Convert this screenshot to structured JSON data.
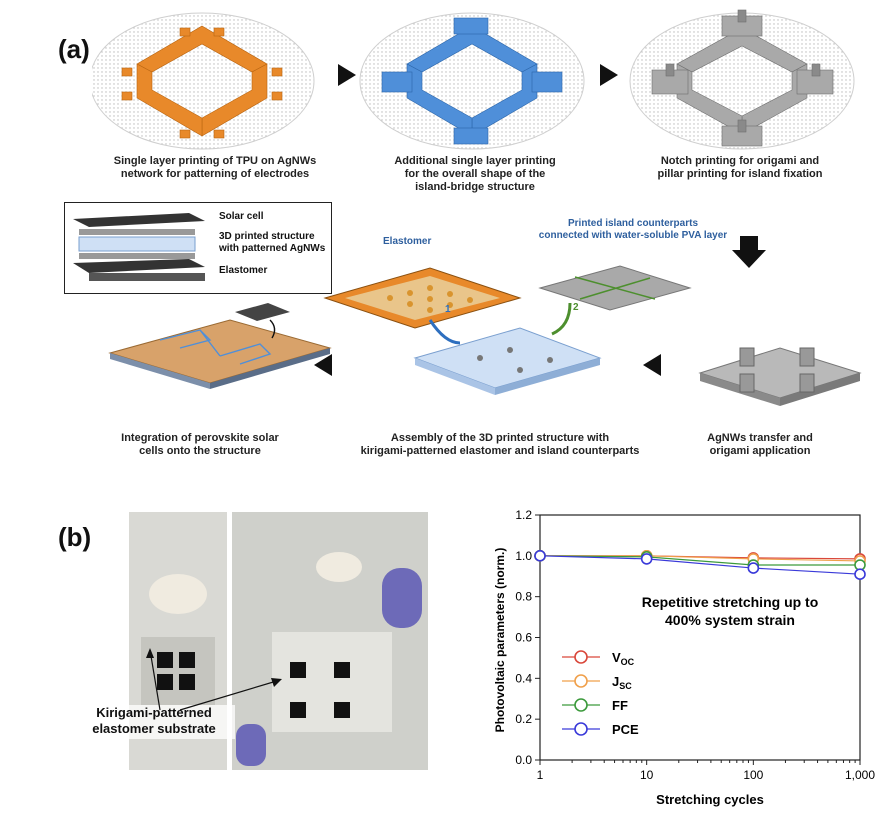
{
  "panel_a": {
    "label": "(a)",
    "step1": "Single layer printing of TPU on AgNWs\nnetwork for patterning of electrodes",
    "step2": "Additional single layer printing\nfor the overall shape of the\nisland-bridge structure",
    "step3": "Notch printing for origami and\npillar printing for island fixation",
    "step4": "AgNWs transfer and\norigami application",
    "step5": "Assembly of the 3D printed structure with\nkirigami-patterned elastomer and island counterparts",
    "step6": "Integration of perovskite solar\ncells onto the structure",
    "inset": {
      "solar": "Solar cell",
      "structure": "3D printed structure\nwith patterned AgNWs",
      "elastomer": "Elastomer"
    },
    "elastomer_label": "Elastomer",
    "island_label": "Printed island counterparts\nconnected with water-soluble PVA layer",
    "num1": "1",
    "num2": "2"
  },
  "panel_b": {
    "label": "(b)",
    "photo_caption": "Kirigami-patterned\nelastomer substrate"
  },
  "colors": {
    "voc": "#d9473a",
    "jsc": "#f0a04b",
    "ff": "#3c9a3c",
    "pce": "#3a3ad9",
    "orange": "#e8892a",
    "blue": "#4f8fd9",
    "grey": "#a9a9a9"
  },
  "chart_data": {
    "type": "line",
    "xscale": "log",
    "x": [
      1,
      10,
      100,
      1000
    ],
    "xticks": [
      "1",
      "10",
      "100",
      "1,000"
    ],
    "yticks": [
      "0.0",
      "0.2",
      "0.4",
      "0.6",
      "0.8",
      "1.0",
      "1.2"
    ],
    "ylim": [
      0,
      1.2
    ],
    "xlabel": "Stretching cycles",
    "ylabel": "Photovoltaic parameters (norm.)",
    "annotation": "Repetitive stretching up to\n400% system strain",
    "legend_position": "bottom-left",
    "series": [
      {
        "name": "V",
        "sub": "OC",
        "values": [
          1.0,
          1.0,
          0.99,
          0.985
        ]
      },
      {
        "name": "J",
        "sub": "SC",
        "values": [
          1.0,
          1.0,
          0.985,
          0.975
        ]
      },
      {
        "name": "FF",
        "sub": "",
        "values": [
          1.0,
          0.995,
          0.955,
          0.955
        ]
      },
      {
        "name": "PCE",
        "sub": "",
        "values": [
          1.0,
          0.985,
          0.94,
          0.91
        ]
      }
    ]
  }
}
